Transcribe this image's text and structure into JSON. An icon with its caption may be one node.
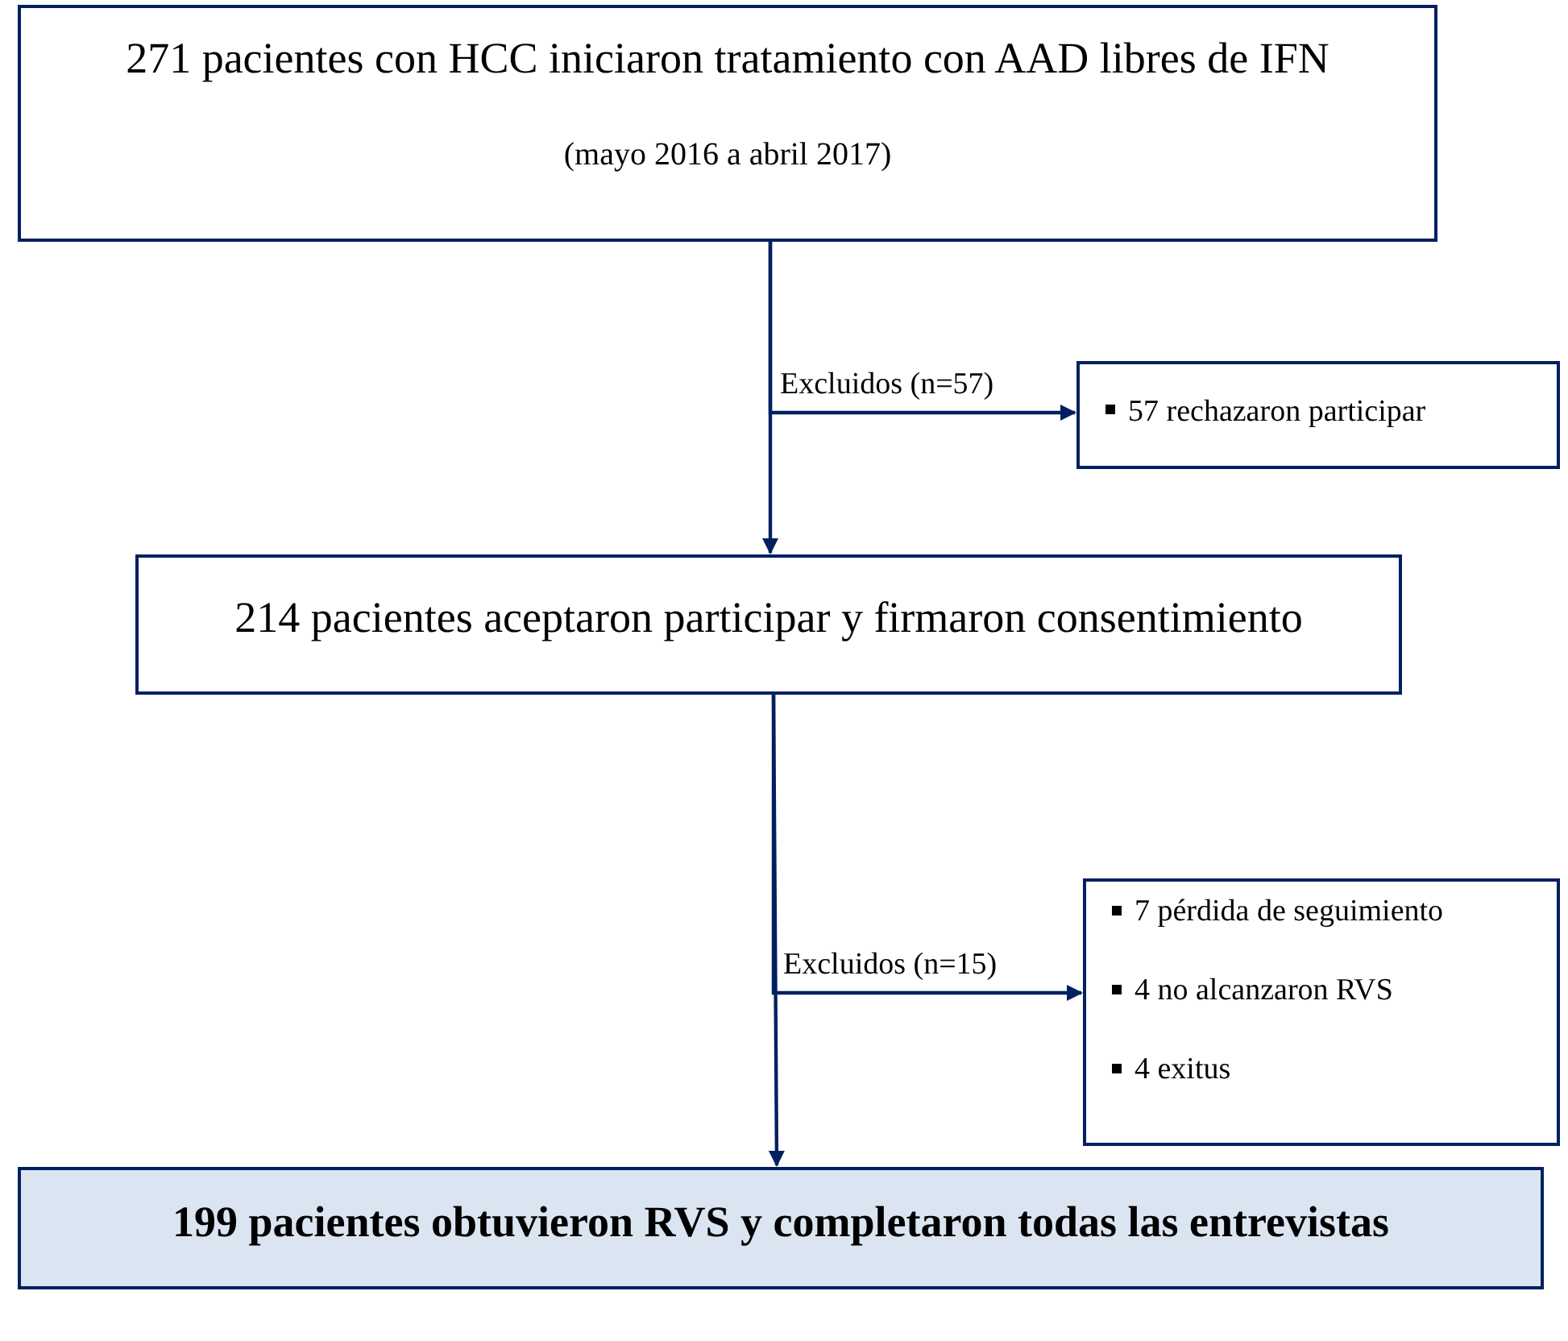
{
  "diagram": {
    "nodes": [
      {
        "text": [
          "271 pacientes con HCC iniciaron tratamiento con AAD libres de IFN",
          "(mayo 2016 a abril 2017)"
        ]
      },
      {
        "text": [
          "57 rechazaron participar"
        ]
      },
      {
        "text": [
          "214 pacientes aceptaron participar y firmaron consentimiento"
        ]
      },
      {
        "text": [
          "7 pérdida de seguimiento",
          "4 no alcanzaron RVS",
          "4 exitus"
        ]
      },
      {
        "text": [
          "199 pacientes obtuvieron RVS y completaron todas las entrevistas"
        ]
      }
    ],
    "edges": [
      {
        "from": 0,
        "to": 2,
        "arrow": "to"
      },
      {
        "from": 0,
        "to": 1,
        "arrow": "to",
        "label": "Excluidos (n=57)"
      },
      {
        "from": 2,
        "to": 4,
        "arrow": "to"
      },
      {
        "from": 2,
        "to": 3,
        "arrow": "to",
        "label": "Excluidos (n=15)"
      }
    ]
  }
}
